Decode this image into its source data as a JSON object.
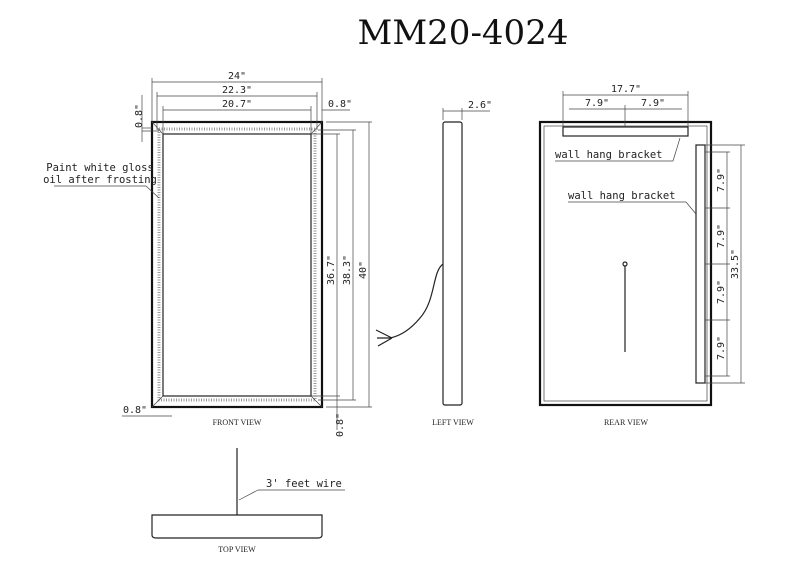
{
  "title": "MM20-4024",
  "front_view": {
    "label": "FRONT VIEW",
    "width_overall": "24\"",
    "width_mid": "22.3\"",
    "width_inner": "20.7\"",
    "border_top": "0.8\"",
    "border_right": "0.8\"",
    "border_left_bottom": "0.8\"",
    "border_bottom": "0.8\"",
    "height_inner": "36.7\"",
    "height_mid": "38.3\"",
    "height_overall": "40\"",
    "note_line1": "Paint white gloss",
    "note_line2": "oil after frosting"
  },
  "left_view": {
    "label": "LEFT VIEW",
    "depth": "2.6\""
  },
  "rear_view": {
    "label": "REAR VIEW",
    "bracket_width": "17.7\"",
    "bracket_seg1": "7.9\"",
    "bracket_seg2": "7.9\"",
    "bracket_label_top": "wall hang bracket",
    "bracket_label_side": "wall hang bracket",
    "side_segments": [
      "7.9\"",
      "7.9\"",
      "7.9\"",
      "7.9\""
    ],
    "side_total": "33.5\""
  },
  "top_view": {
    "label": "TOP VIEW",
    "wire_note": "3' feet wire"
  }
}
